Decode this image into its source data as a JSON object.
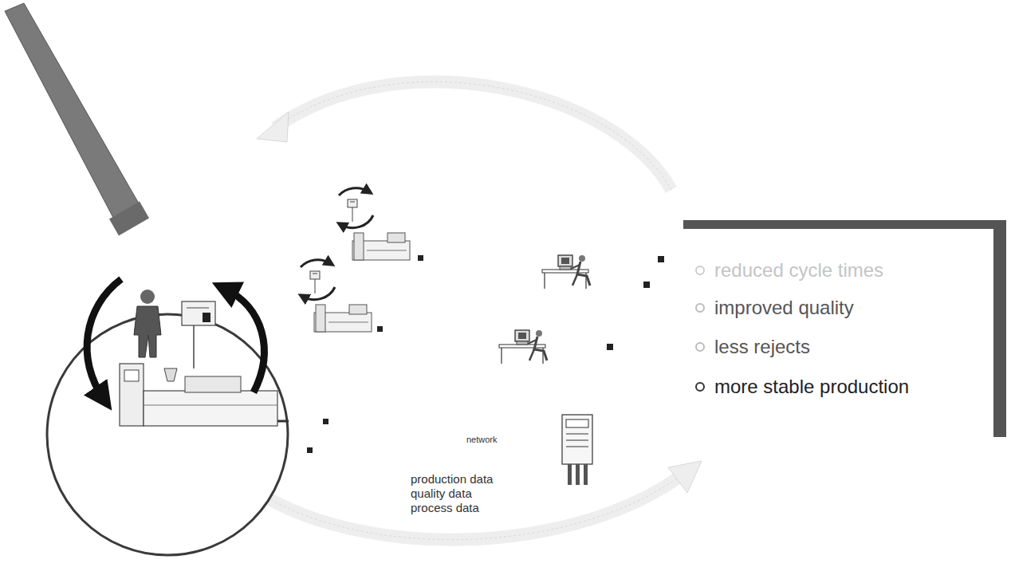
{
  "diagram": {
    "nodes": [
      {
        "text": [
          "reduced cycle times",
          "improved quality",
          "less rejects",
          "more stable production"
        ]
      }
    ],
    "labels": [
      "network",
      "production data",
      "quality data",
      "process data"
    ]
  }
}
